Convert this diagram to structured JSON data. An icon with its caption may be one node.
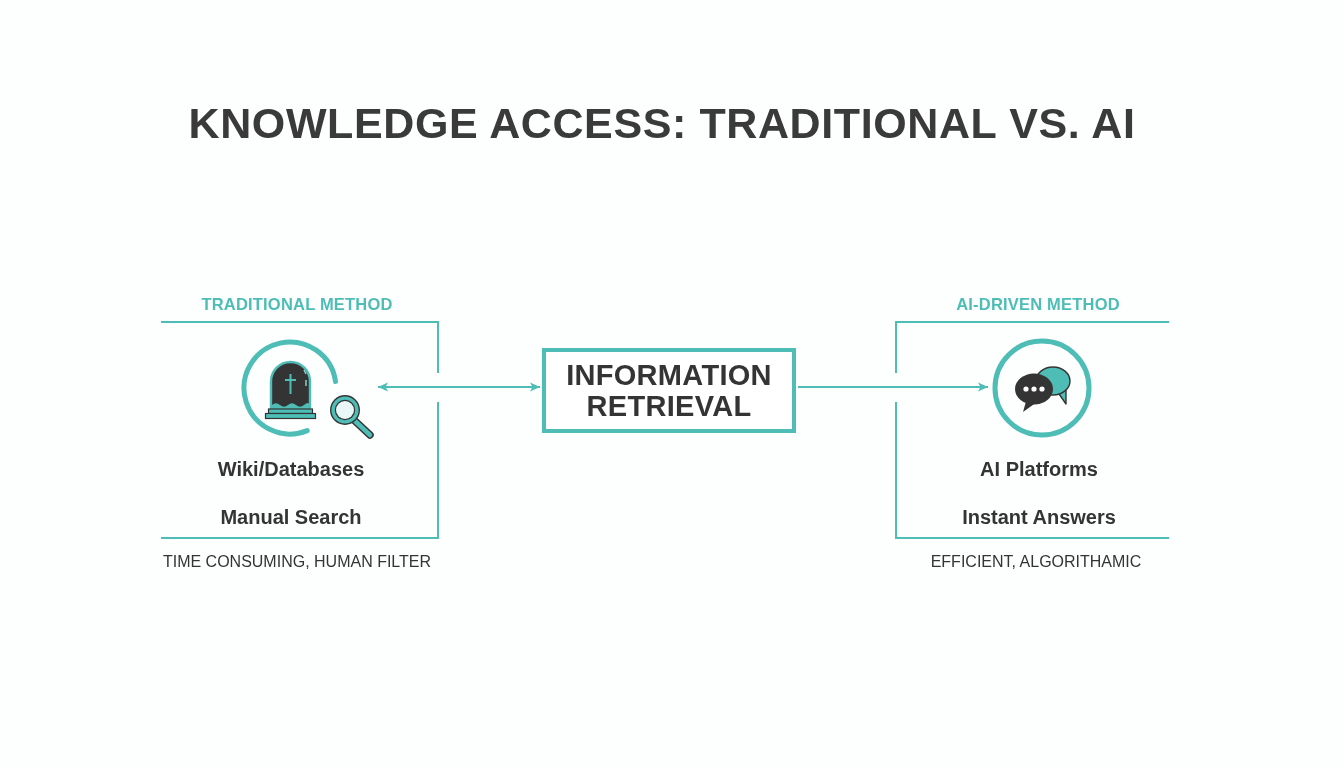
{
  "diagram": {
    "title": "KNOWLEDGE ACCESS: TRADITIONAL VS. AI",
    "nodes": [
      {
        "text": [
          "TRADITIONAL METHOD",
          "Wiki/Databases",
          "Manual Search"
        ],
        "beside": [
          "TIME CONSUMING, HUMAN FILTER"
        ]
      },
      {
        "text": [],
        "shape": "circle",
        "in": 0
      },
      {
        "text": [
          "INFORMATION RETRIEVAL"
        ]
      },
      {
        "text": [
          "AI-DRIVEN METHOD",
          "AI Platforms",
          "Instant Answers"
        ],
        "beside": [
          "EFFICIENT, ALGORITHAMIC"
        ]
      },
      {
        "text": [],
        "shape": "circle",
        "in": 3
      }
    ],
    "edges": [
      {
        "from": 1,
        "to": 2,
        "arrow": "both"
      },
      {
        "from": 2,
        "to": 4,
        "arrow": "to"
      }
    ]
  }
}
